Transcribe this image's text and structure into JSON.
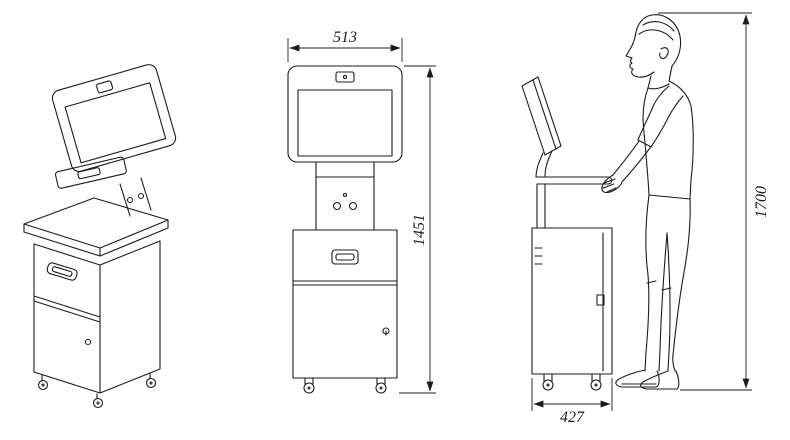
{
  "drawing": {
    "dims": {
      "width": "513",
      "height": "1451",
      "depth": "427",
      "person_height": "1700"
    },
    "colors": {
      "line": "#1c1c1c",
      "background": "#ffffff"
    }
  }
}
